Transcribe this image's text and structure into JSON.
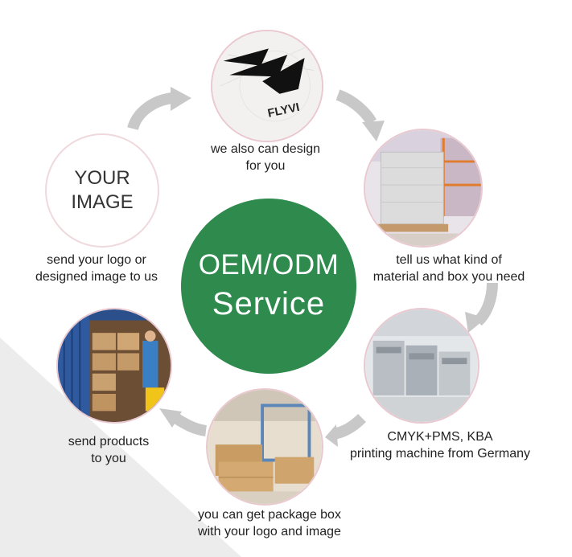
{
  "center": {
    "line1": "OEM/ODM",
    "line2": "Service",
    "color": "#2e8a4d"
  },
  "steps": {
    "design": {
      "label_line1": "we also can design",
      "label_line2": "for you",
      "logo_text": "FLYVI"
    },
    "material": {
      "label_line1": "tell us what kind of",
      "label_line2": "material and box you need"
    },
    "printing": {
      "label_line1": "CMYK+PMS, KBA",
      "label_line2": "printing machine from Germany"
    },
    "package": {
      "label_line1": "you can get package box",
      "label_line2": "with your logo and image"
    },
    "shipping": {
      "label_line1": "send products",
      "label_line2": "to you"
    },
    "image": {
      "label_line1": "send your logo or",
      "label_line2": "designed image to us",
      "placeholder_line1": "YOUR",
      "placeholder_line2": "IMAGE"
    }
  },
  "colors": {
    "arrow": "#c8c8c8",
    "bubble_border": "#e9c9cf",
    "wedge": "#ededed"
  }
}
